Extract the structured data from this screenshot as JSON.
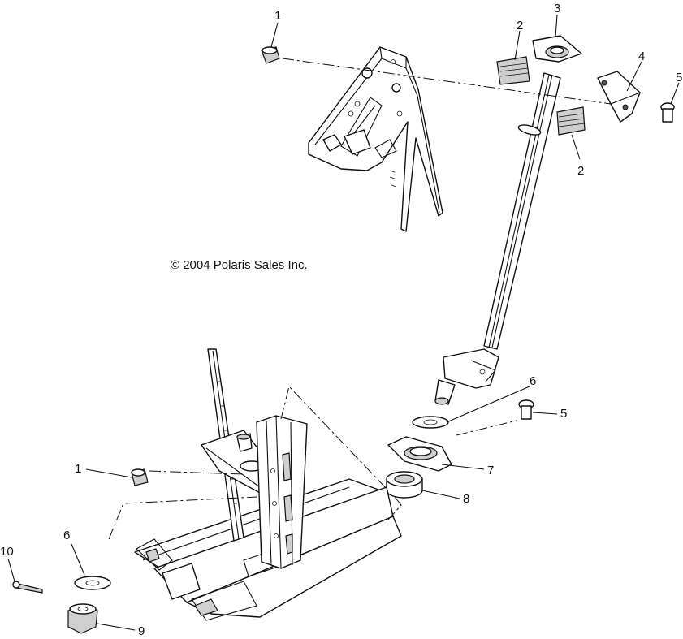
{
  "copyright": "© 2004 Polaris Sales Inc.",
  "callouts": {
    "c1_top": "1",
    "c2_top": "2",
    "c3": "3",
    "c4": "4",
    "c5_top": "5",
    "c2_bottom": "2",
    "c6_mid": "6",
    "c5_mid": "5",
    "c7": "7",
    "c8": "8",
    "c1_left": "1",
    "c6_bottom": "6",
    "c10": "10",
    "c9": "9"
  }
}
